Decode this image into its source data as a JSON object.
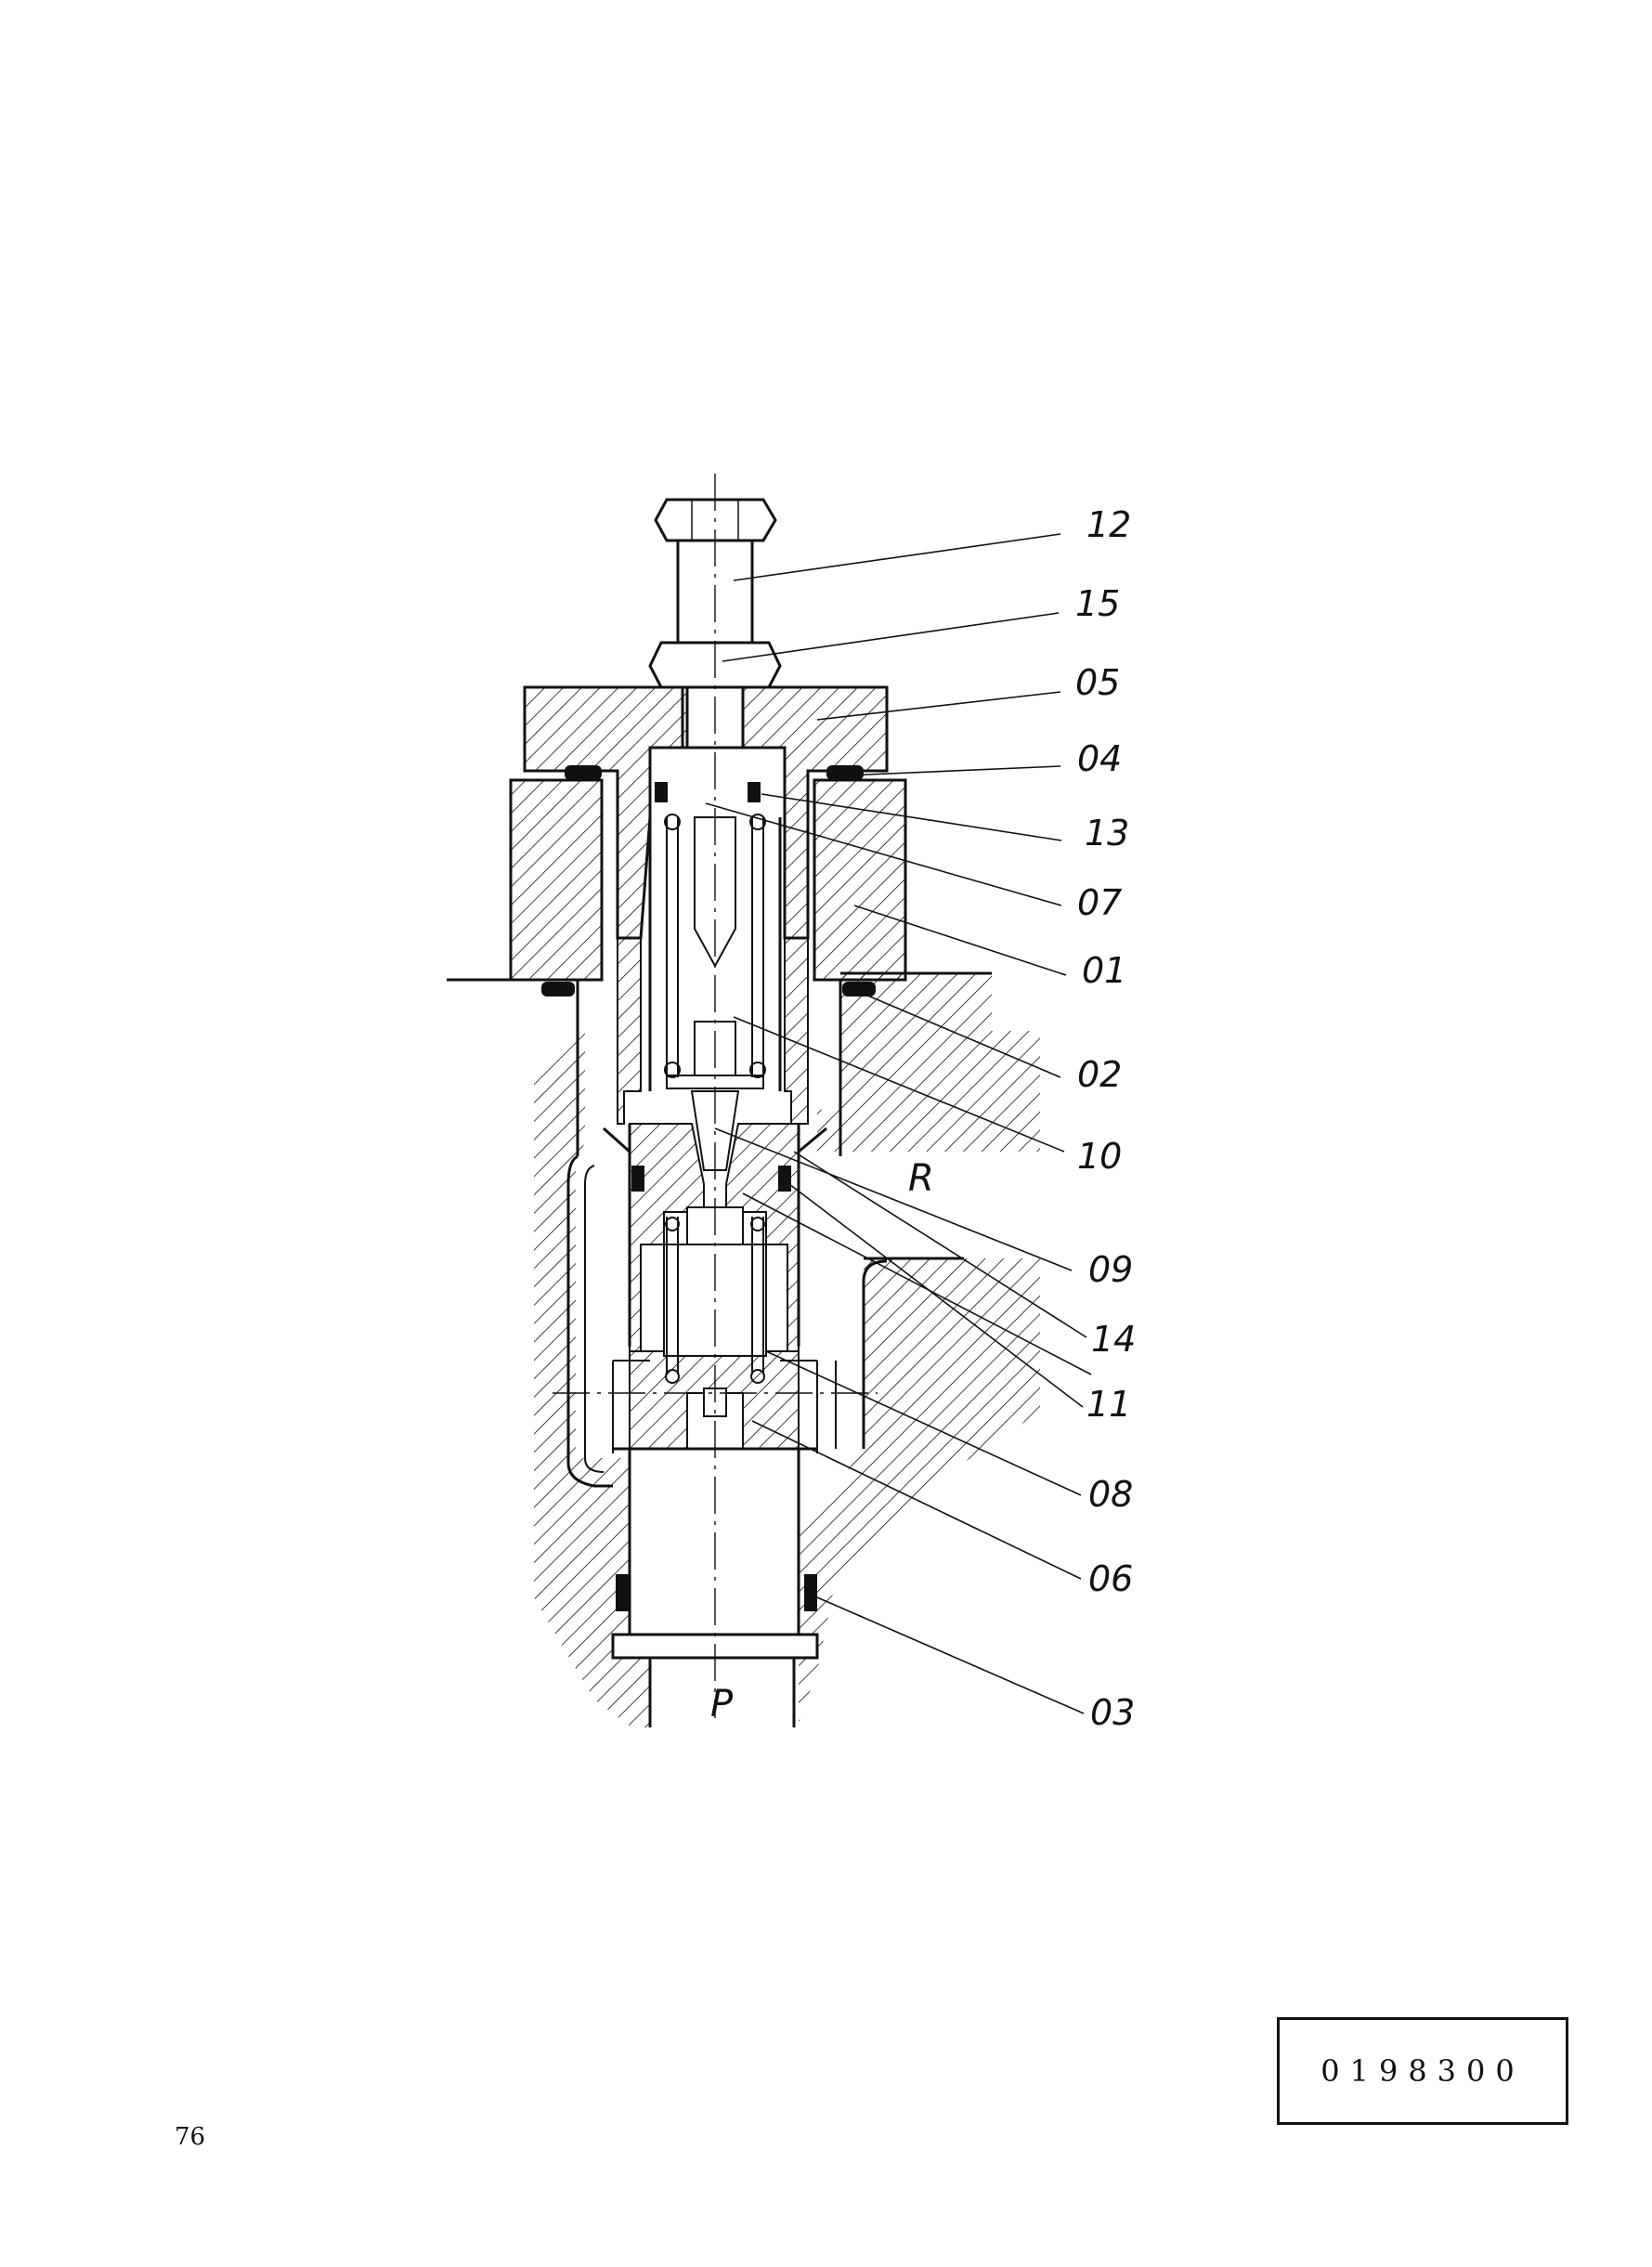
{
  "diagram": {
    "callouts": [
      {
        "id": "c12",
        "label": "12"
      },
      {
        "id": "c15",
        "label": "15"
      },
      {
        "id": "c05",
        "label": "05"
      },
      {
        "id": "c04",
        "label": "04"
      },
      {
        "id": "c13",
        "label": "13"
      },
      {
        "id": "c07",
        "label": "07"
      },
      {
        "id": "c01",
        "label": "01"
      },
      {
        "id": "c02",
        "label": "02"
      },
      {
        "id": "c10",
        "label": "10"
      },
      {
        "id": "c09",
        "label": "09"
      },
      {
        "id": "c14",
        "label": "14"
      },
      {
        "id": "c11",
        "label": "11"
      },
      {
        "id": "c08",
        "label": "08"
      },
      {
        "id": "c06",
        "label": "06"
      },
      {
        "id": "c03",
        "label": "03"
      }
    ],
    "ports": {
      "return": "R",
      "pressure": "P"
    }
  },
  "footer": {
    "page_number": "76",
    "reference_number": "0198300"
  }
}
